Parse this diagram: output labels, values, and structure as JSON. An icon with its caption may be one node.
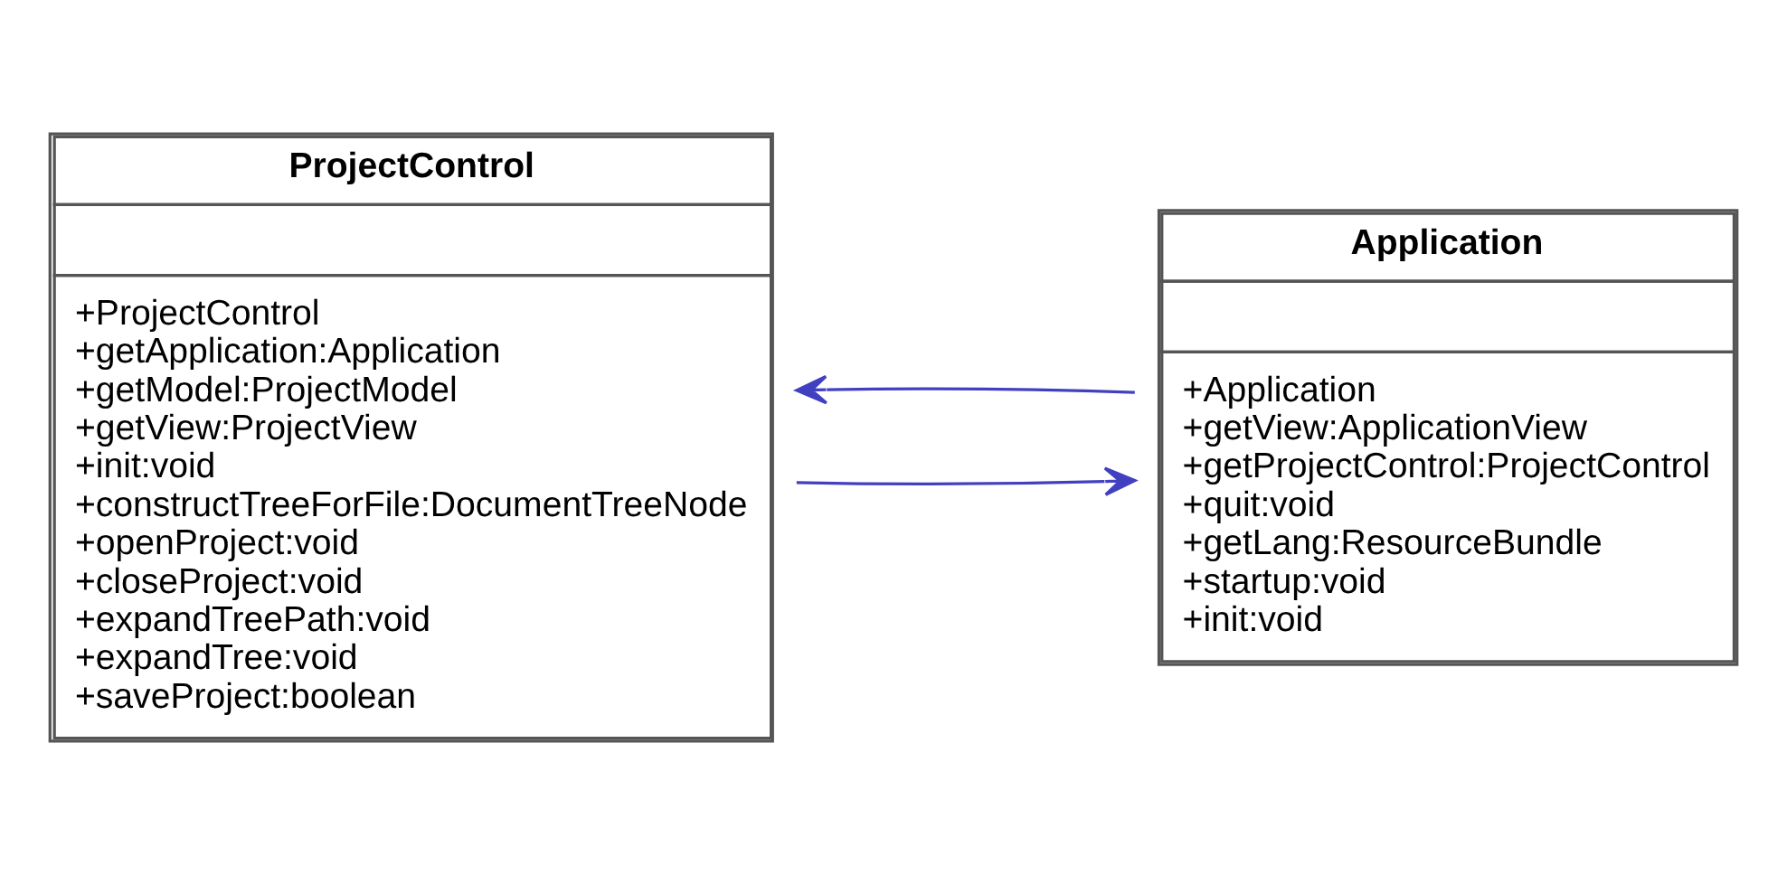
{
  "diagram": {
    "nodes": [
      {
        "text": [
          "ProjectControl",
          "+ProjectControl",
          "+getApplication:Application",
          "+getModel:ProjectModel",
          "+getView:ProjectView",
          "+init:void",
          "+constructTreeForFile:DocumentTreeNode",
          "+openProject:void",
          "+closeProject:void",
          "+expandTreePath:void",
          "+expandTree:void",
          "+saveProject:boolean"
        ]
      },
      {
        "text": [
          "Application",
          "+Application",
          "+getView:ApplicationView",
          "+getProjectControl:ProjectControl",
          "+quit:void",
          "+getLang:ResourceBundle",
          "+startup:void",
          "+init:void"
        ]
      }
    ],
    "edges": [
      {
        "from": 0,
        "to": 1,
        "arrow": "to"
      },
      {
        "from": 1,
        "to": 0,
        "arrow": "to"
      }
    ]
  }
}
